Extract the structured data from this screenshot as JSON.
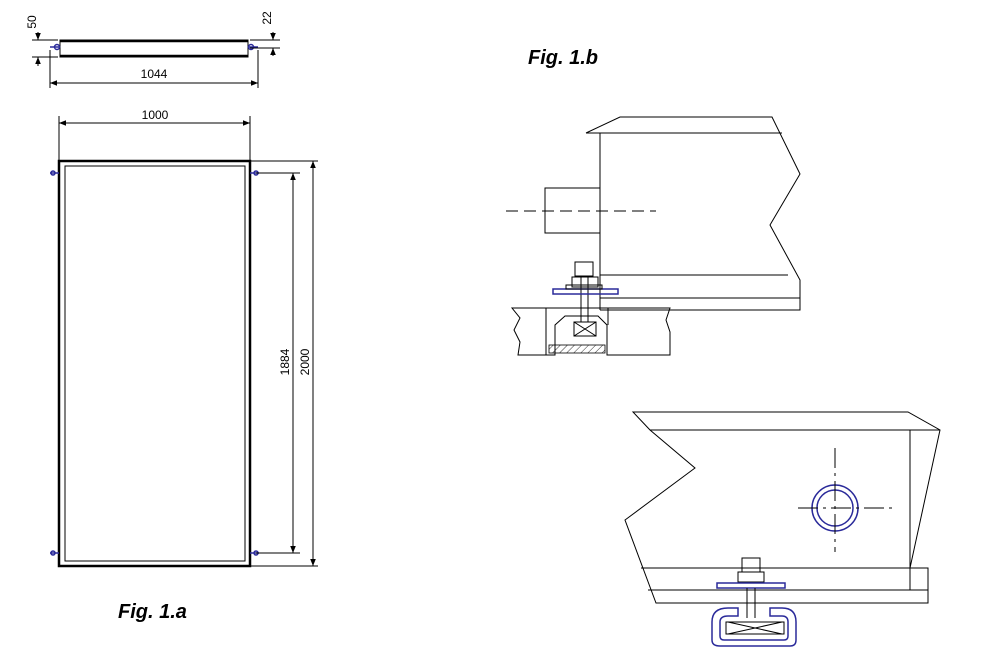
{
  "captions": {
    "fig_a": "Fig. 1.a",
    "fig_b": "Fig. 1.b"
  },
  "dimensions": {
    "edge_height": "50",
    "edge_inset": "22",
    "overall_width_with_pins": "1044",
    "panel_width": "1000",
    "inner_height": "1884",
    "panel_height": "2000"
  },
  "colors": {
    "line": "#000000",
    "fastener": "#2a2a9a",
    "fill_texture": "#8a8a8a"
  }
}
